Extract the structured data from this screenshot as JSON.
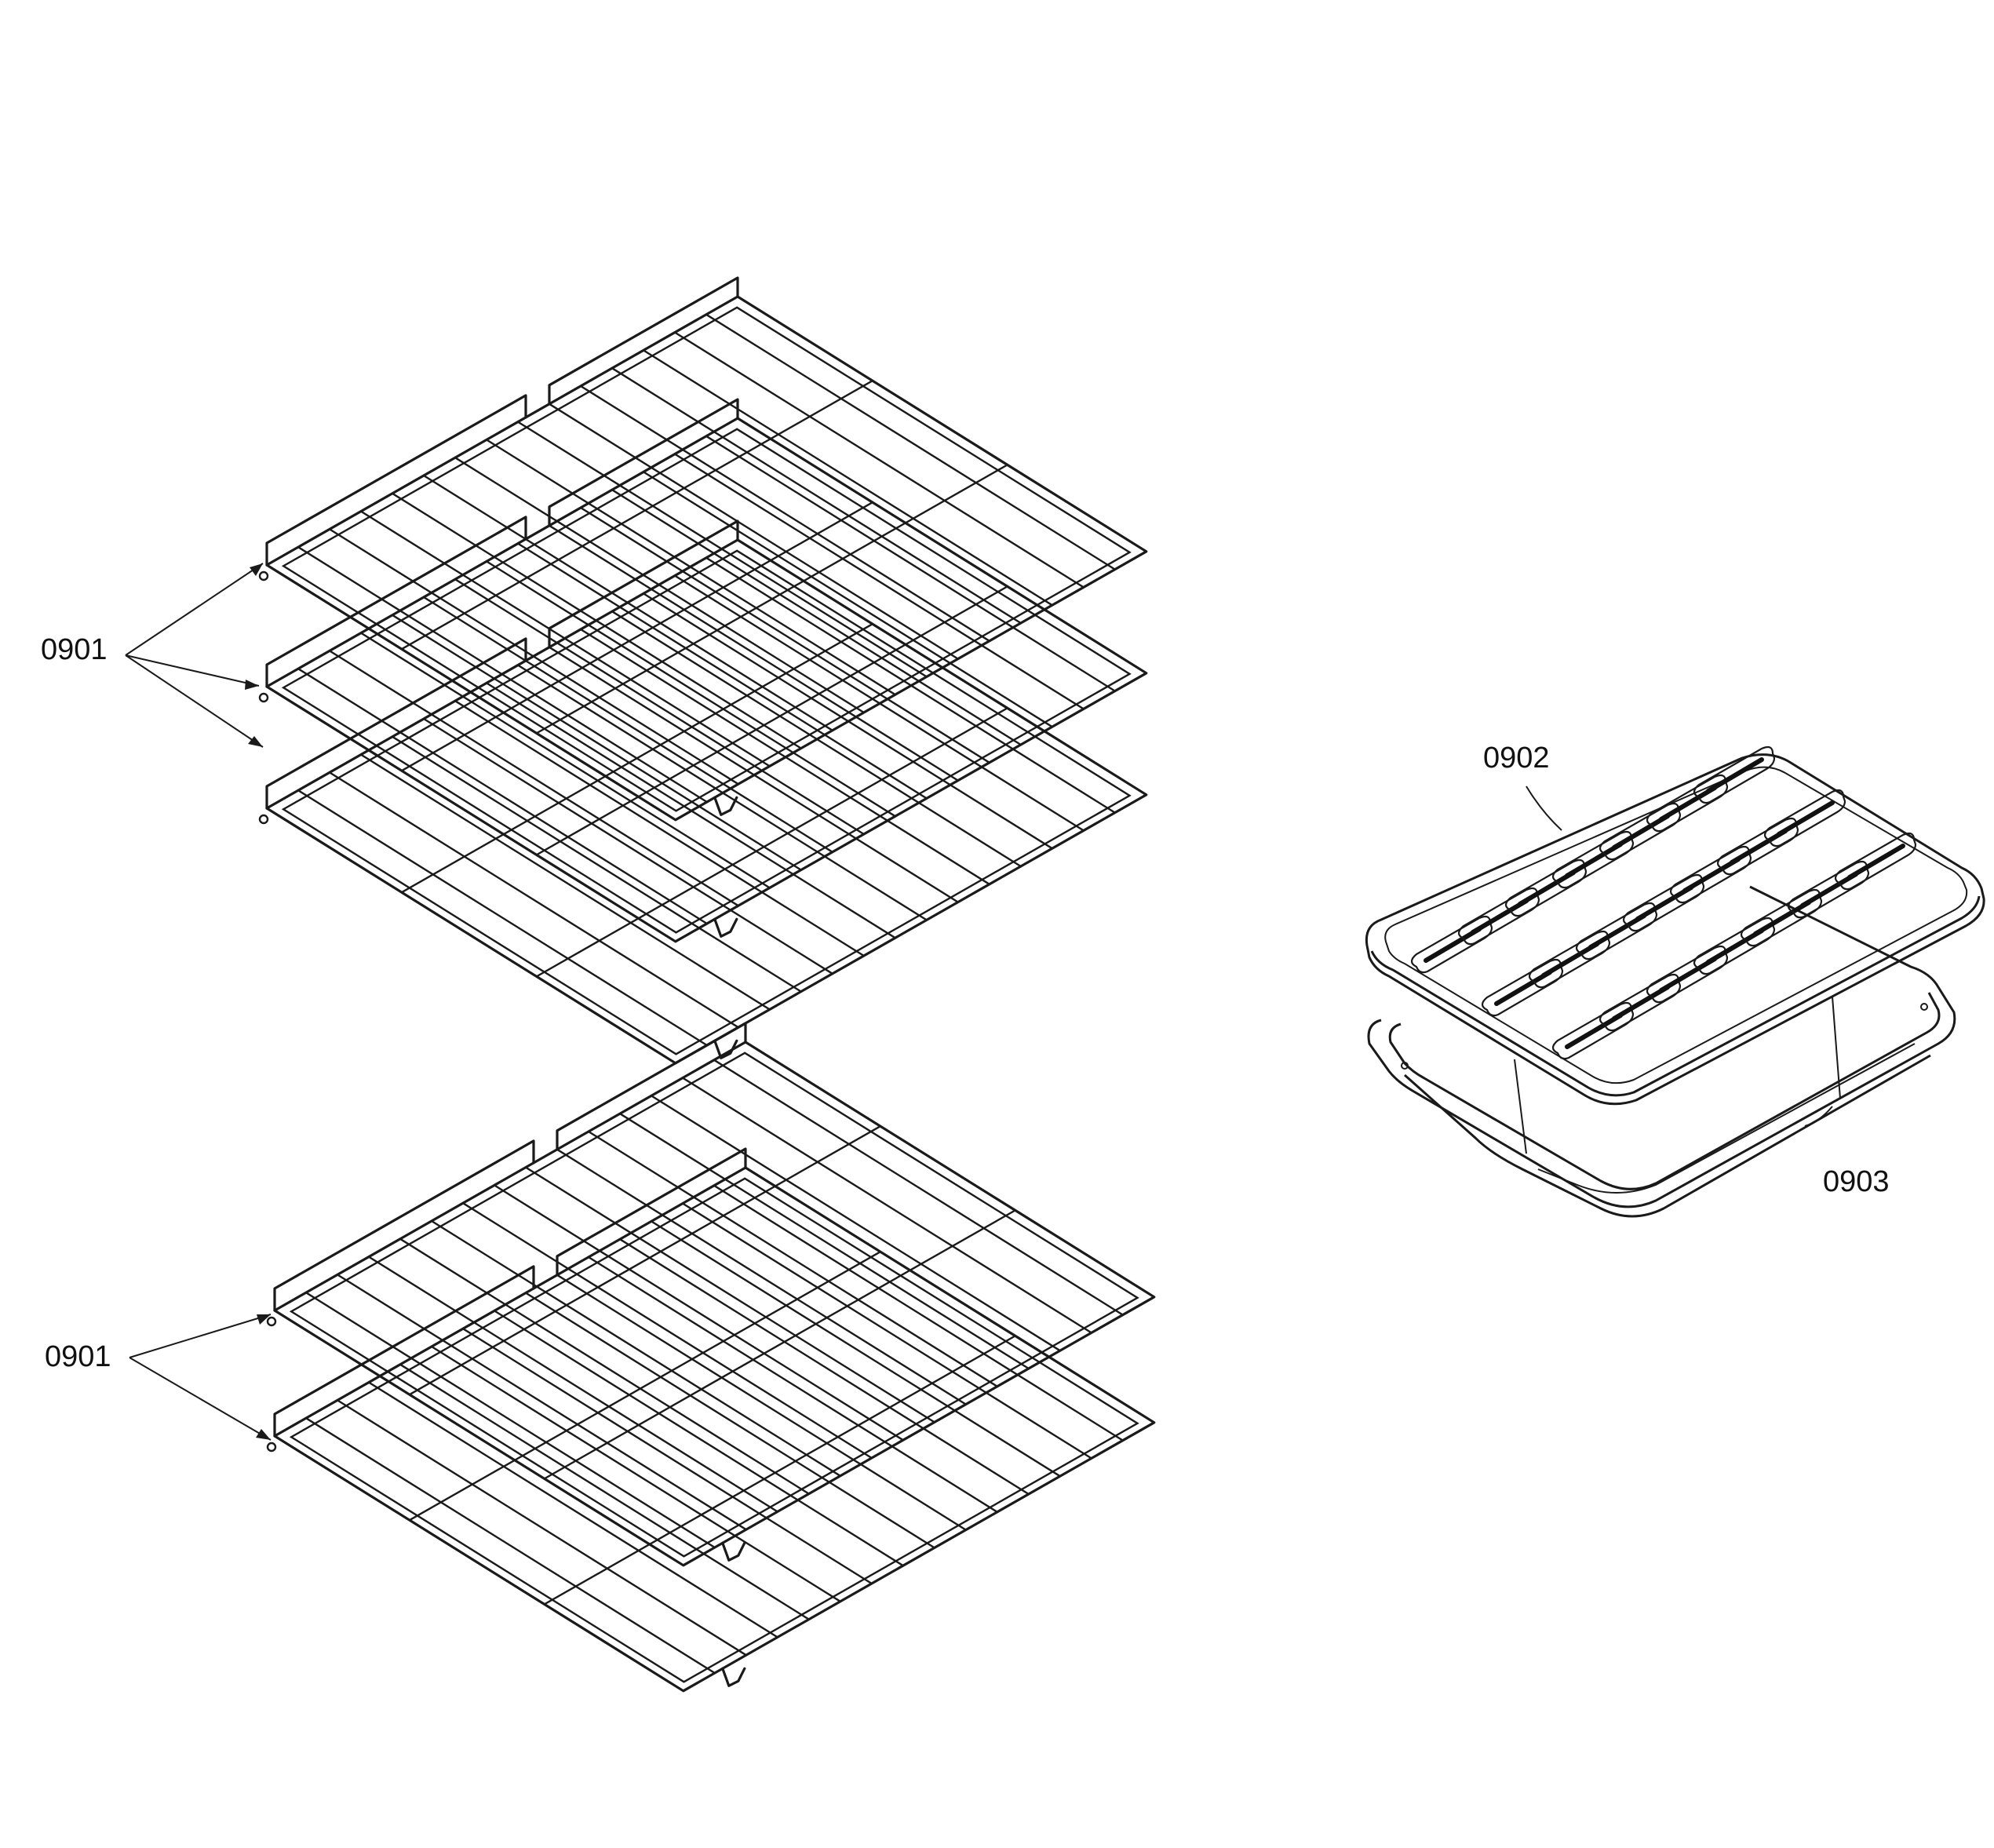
{
  "diagram": {
    "callouts": {
      "racks_upper": "0901",
      "racks_lower": "0901",
      "broiler_grid": "0902",
      "broiler_pan": "0903"
    },
    "parts": [
      {
        "id": "rack-group-upper",
        "kind": "oven-rack",
        "count": 3,
        "icon": "oven-rack-icon"
      },
      {
        "id": "rack-group-lower",
        "kind": "oven-rack",
        "count": 2,
        "icon": "oven-rack-icon"
      },
      {
        "id": "broiler-grid",
        "kind": "broiler-grid",
        "icon": "broiler-grid-icon"
      },
      {
        "id": "broiler-pan",
        "kind": "broiler-pan",
        "icon": "broiler-pan-icon"
      }
    ],
    "line_color": "#1a1a1a",
    "background_color": "#ffffff"
  }
}
